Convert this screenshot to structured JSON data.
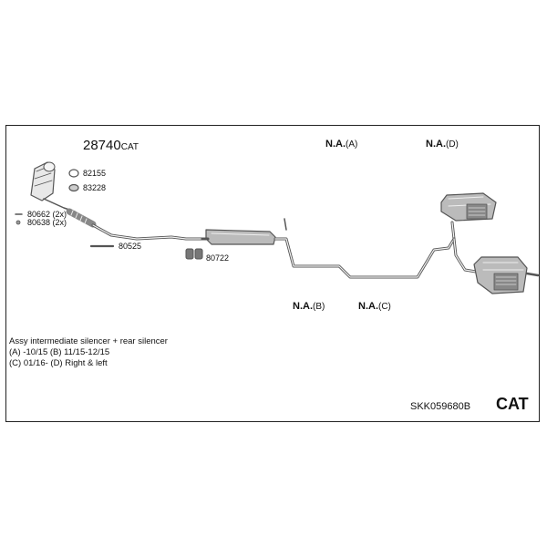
{
  "diagram": {
    "part_main": {
      "number": "28740",
      "suffix": "CAT"
    },
    "not_available": [
      {
        "label": "N.A.",
        "variant": "(A)"
      },
      {
        "label": "N.A.",
        "variant": "(D)"
      },
      {
        "label": "N.A.",
        "variant": "(B)"
      },
      {
        "label": "N.A.",
        "variant": "(C)"
      }
    ],
    "parts": [
      {
        "number": "82155"
      },
      {
        "number": "83228"
      },
      {
        "number": "80662 (2x)"
      },
      {
        "number": "80638 (2x)"
      },
      {
        "number": "80525"
      },
      {
        "number": "80722"
      }
    ],
    "notes": [
      "Assy intermediate silencer + rear silencer",
      "(A) -10/15 (B) 11/15-12/15",
      "(C) 01/16- (D) Right & left"
    ],
    "kit_code": "SKK059680B",
    "kit_type": "CAT"
  }
}
